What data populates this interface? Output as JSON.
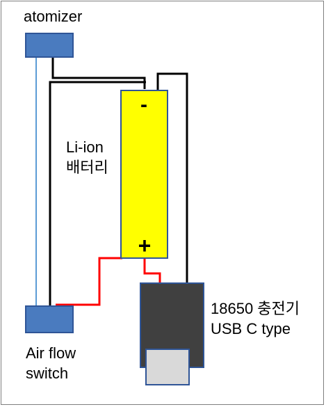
{
  "labels": {
    "atomizer": "atomizer",
    "battery_line1": "Li-ion",
    "battery_line2": "배터리",
    "battery_minus": "-",
    "battery_plus": "+",
    "switch_line1": "Air flow",
    "switch_line2": "switch",
    "charger_line1": "18650 충전기",
    "charger_line2": "USB C type"
  },
  "colors": {
    "box_fill": "#4a7bbf",
    "box_stroke": "#2f5597",
    "battery_fill": "#ffff00",
    "battery_stroke": "#2f5597",
    "charger_fill": "#404040",
    "charger_stroke": "#2f5597",
    "usb_port_fill": "#d9d9d9",
    "wire_black": "#000000",
    "wire_red": "#ff0000",
    "wire_blue": "#5b9bd5"
  }
}
